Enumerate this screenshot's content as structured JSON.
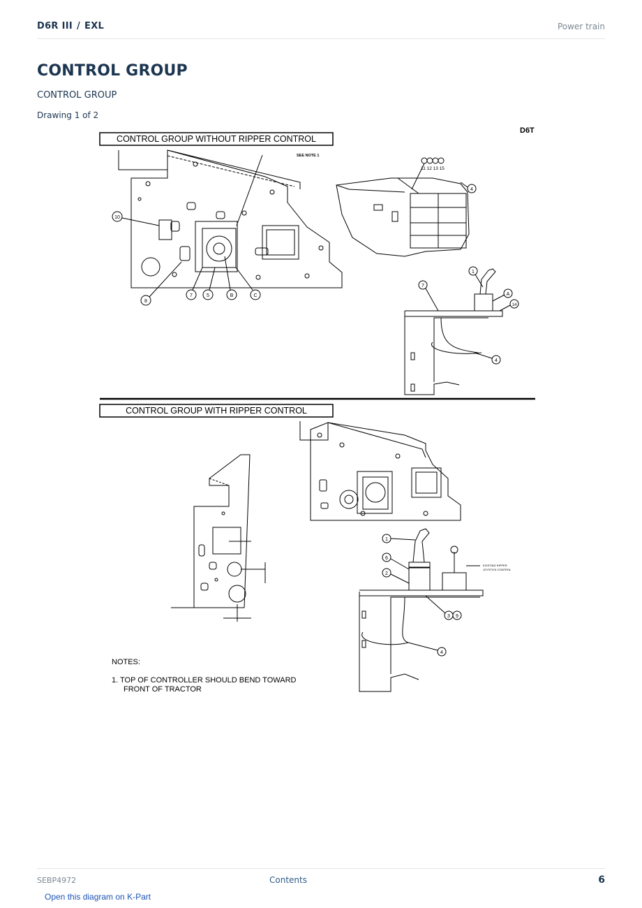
{
  "header": {
    "model": "D6R III",
    "variant": "EXL",
    "section": "Power train"
  },
  "page_title": "CONTROL GROUP",
  "subtitle": "CONTROL GROUP",
  "drawing_label": "Drawing 1 of 2",
  "diagram": {
    "model_mark": "D6T",
    "panel_top_title": "CONTROL GROUP WITHOUT RIPPER CONTROL",
    "panel_bottom_title": "CONTROL GROUP WITH RIPPER CONTROL",
    "see_note": "SEE NOTE 1",
    "callouts_top": [
      "10",
      "8",
      "7",
      "5",
      "B",
      "C",
      "4",
      "1",
      "7",
      "A",
      "14",
      "4"
    ],
    "callout_group": "11 12 13 15",
    "callouts_bottom": [
      "1",
      "6",
      "2",
      "3",
      "9",
      "4"
    ],
    "existing_label_1": "EXISTING RIPPER",
    "existing_label_2": "JOYSTICK CONTROL",
    "notes_heading": "NOTES:",
    "note_1_line_1": "1.  TOP OF CONTROLLER SHOULD BEND TOWARD",
    "note_1_line_2": "FRONT OF TRACTOR"
  },
  "footer": {
    "doc_id": "SEBP4972",
    "contents_link": "Contents",
    "page_number": "6",
    "kpart_link": "Open this diagram on K-Part"
  }
}
